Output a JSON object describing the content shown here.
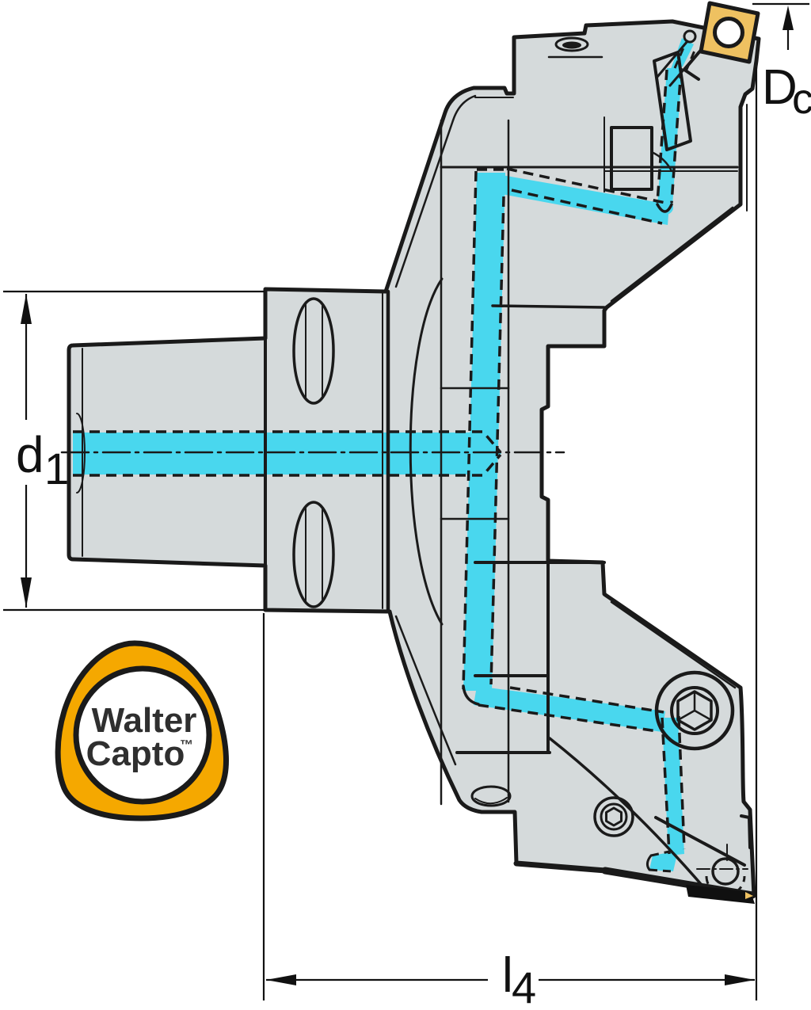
{
  "drawing": {
    "kind": "technical cross-section drawing",
    "subject": "Walter Capto boring / facing tool head with coolant channels"
  },
  "dimensions": {
    "d1": {
      "symbol": "d",
      "subscript": "1"
    },
    "dc": {
      "symbol": "D",
      "subscript": "c"
    },
    "l4": {
      "symbol": "l",
      "subscript": "4"
    }
  },
  "logo": {
    "word1": "Walter",
    "word2": "Capto",
    "trademark": "™"
  },
  "colors": {
    "background": "#FFFFFF",
    "body_gray": "#D5DADB",
    "outline_black": "#1A1A1A",
    "coolant_cyan": "#49D7EE",
    "insert_yellow": "#EEC161",
    "logo_orange": "#F5A800",
    "logo_text": "#2F2F2F"
  }
}
